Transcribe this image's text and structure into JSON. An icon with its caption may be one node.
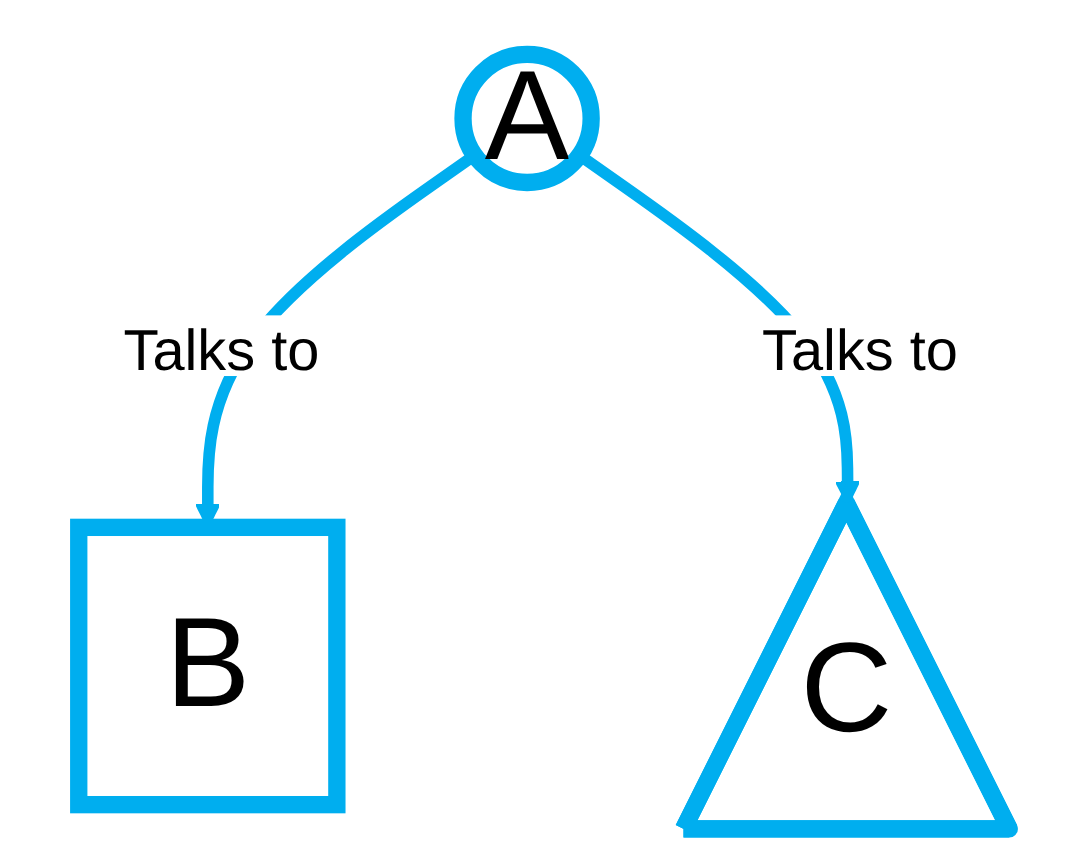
{
  "diagram": {
    "nodes": [
      {
        "text": [
          "A"
        ]
      },
      {
        "text": [
          "B"
        ]
      },
      {
        "text": [
          "C"
        ]
      }
    ],
    "edges": [
      {
        "from": 0,
        "to": 1,
        "arrow": "to",
        "label": "Talks to"
      },
      {
        "from": 0,
        "to": 2,
        "arrow": "to",
        "label": "Talks to"
      }
    ]
  }
}
